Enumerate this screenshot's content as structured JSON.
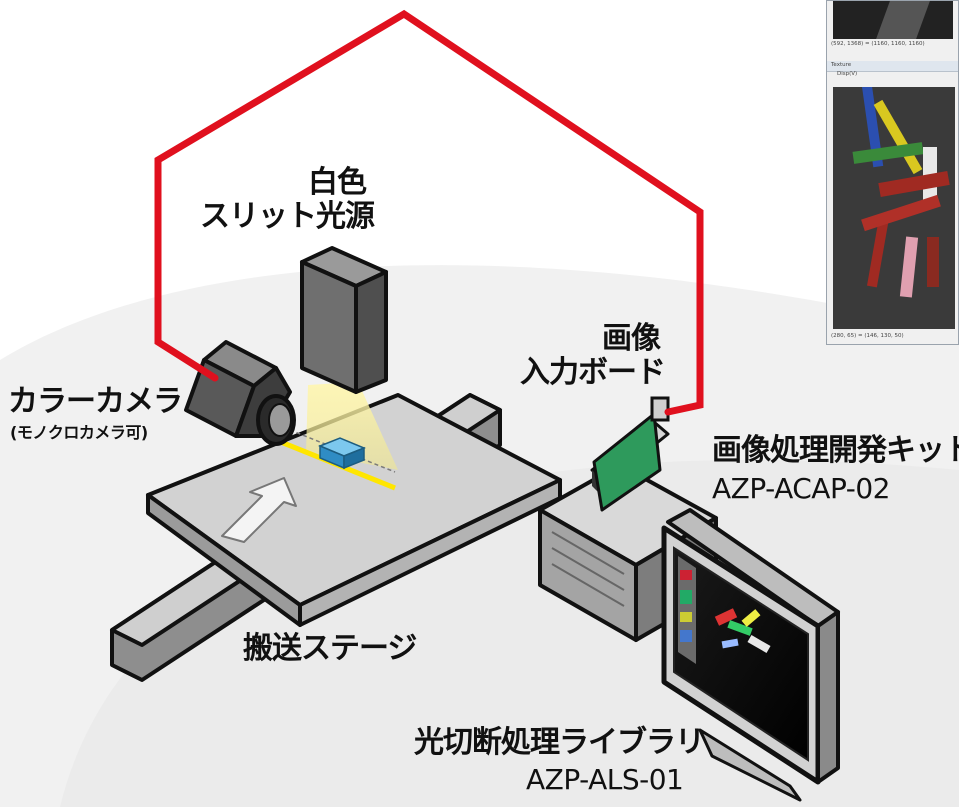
{
  "labels": {
    "light_source": [
      "白色",
      "スリット光源"
    ],
    "camera": "カラーカメラ",
    "camera_note": "(モノクロカメラ可)",
    "board": [
      "画像",
      "入力ボード"
    ],
    "kit_name": "画像処理開発キット",
    "kit_model": "AZP-ACAP-02",
    "stage": "搬送ステージ",
    "library_name": "光切断処理ライブラリ",
    "library_model": "AZP-ALS-01"
  },
  "inset": {
    "top_coords": "(592, 1368) = (1160, 1160, 1160)",
    "panel_title": "Texture",
    "panel_subtitle": "Disp(V)",
    "bottom_coords": "(280, 65) = (146, 130, 50)"
  },
  "colors": {
    "cable": "#e0101e",
    "board": "#2e9a5c",
    "slit_beam": "#ffe600",
    "workpiece": "#3aa0d8"
  }
}
